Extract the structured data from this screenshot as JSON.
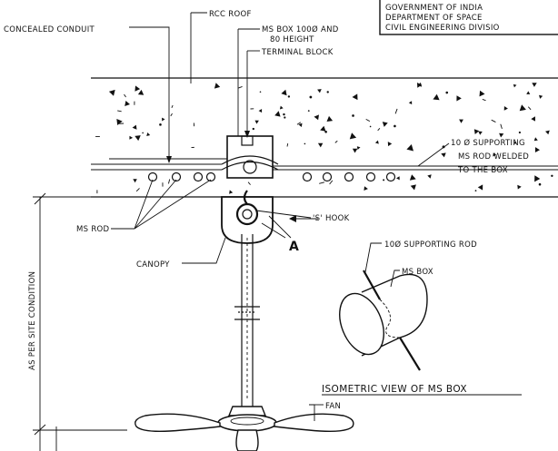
{
  "stamp": {
    "line1": "GOVERNMENT OF INDIA",
    "line2": "DEPARTMENT OF SPACE",
    "line3": "CIVIL ENGINEERING DIVISIO"
  },
  "labels": {
    "rcc_roof": "RCC ROOF",
    "concealed_conduit": "CONCEALED CONDUIT",
    "ms_box_1": "MS BOX 100Ø AND",
    "ms_box_2": "80 HEIGHT",
    "terminal_block": "TERMINAL BLOCK",
    "supporting_1": "10 Ø  SUPPORTING",
    "supporting_2": "MS ROD WELDED",
    "supporting_3": "TO THE BOX",
    "ms_rod": "MS ROD",
    "s_hook": "'S' HOOK",
    "canopy": "CANOPY",
    "section_a": "A",
    "site_condition": "AS PER SITE  CONDITION",
    "supporting_rod": "10Ø SUPPORTING ROD",
    "ms_box_iso": "MS BOX",
    "isometric_title": "ISOMETRIC VIEW OF MS BOX",
    "fan": "FAN"
  }
}
